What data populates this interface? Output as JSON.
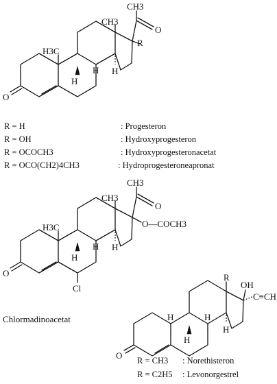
{
  "structure1": {
    "labels": {
      "ch3_top": "CH3",
      "ch3_c18": "CH3",
      "ch3_c19": "H3C",
      "r": "R",
      "o_ketone": "O",
      "o_3": "O",
      "h_8": "H",
      "h_9": "H",
      "h_14": "H"
    }
  },
  "table": [
    {
      "r": "R = H",
      "name": ": Progesteron"
    },
    {
      "r": "R = OH",
      "name": ": Hydroxyprogesteron"
    },
    {
      "r": "R = OCOCH3",
      "name": ": Hydroxyprogesteronacetat"
    },
    {
      "r": "R = OCO(CH2)4CH3",
      "name": ": Hydroprogesteroneapronat"
    }
  ],
  "structure2": {
    "labels": {
      "ch3_top": "CH3",
      "ch3_c18": "CH3",
      "ch3_c19": "H3C",
      "oacetyl": "O—COCH3",
      "o_ketone": "O",
      "o_3": "O",
      "cl": "Cl",
      "h_8": "H",
      "h_9": "H",
      "h_14": "H"
    },
    "caption": "Chlormadinoacetat"
  },
  "structure3": {
    "labels": {
      "oh": "OH",
      "ethynyl": "C≡CH",
      "r": "R",
      "o_3": "O",
      "h_8": "H",
      "h_9": "H",
      "h_10": "H",
      "h_14": "H"
    },
    "variants": [
      {
        "r": "R = CH3",
        "name": ": Norethisteron"
      },
      {
        "r": "R = C2H5",
        "name": ": Levonorgestrel"
      }
    ]
  }
}
